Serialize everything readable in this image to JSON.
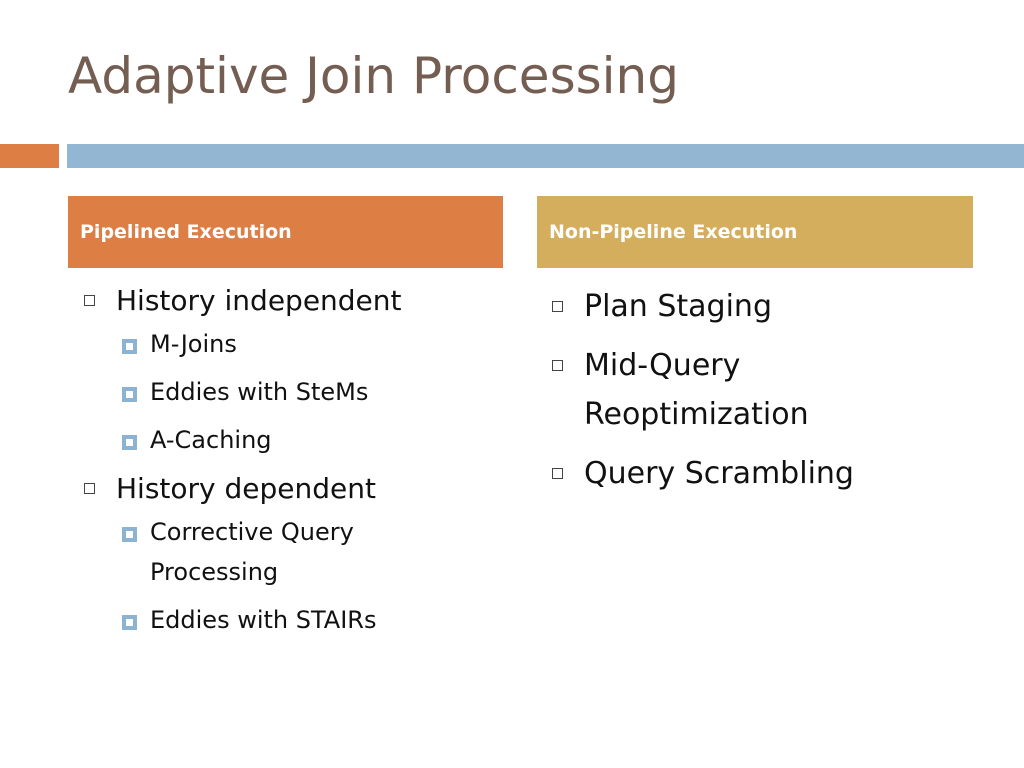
{
  "title": "Adaptive Join Processing",
  "colors": {
    "title": "#745d51",
    "accent_orange": "#dd7e45",
    "accent_blue": "#93b6d2",
    "header_gold": "#d5ae5d"
  },
  "left_column": {
    "header": "Pipelined Execution",
    "items": [
      {
        "label": "History independent",
        "subitems": [
          "M-Joins",
          "Eddies with SteMs",
          "A-Caching"
        ]
      },
      {
        "label": "History dependent",
        "subitems": [
          "Corrective Query Processing",
          "Eddies with STAIRs"
        ]
      }
    ]
  },
  "right_column": {
    "header": "Non-Pipeline Execution",
    "items": [
      {
        "label": "Plan Staging"
      },
      {
        "label": "Mid-Query Reoptimization"
      },
      {
        "label": "Query Scrambling"
      }
    ]
  }
}
